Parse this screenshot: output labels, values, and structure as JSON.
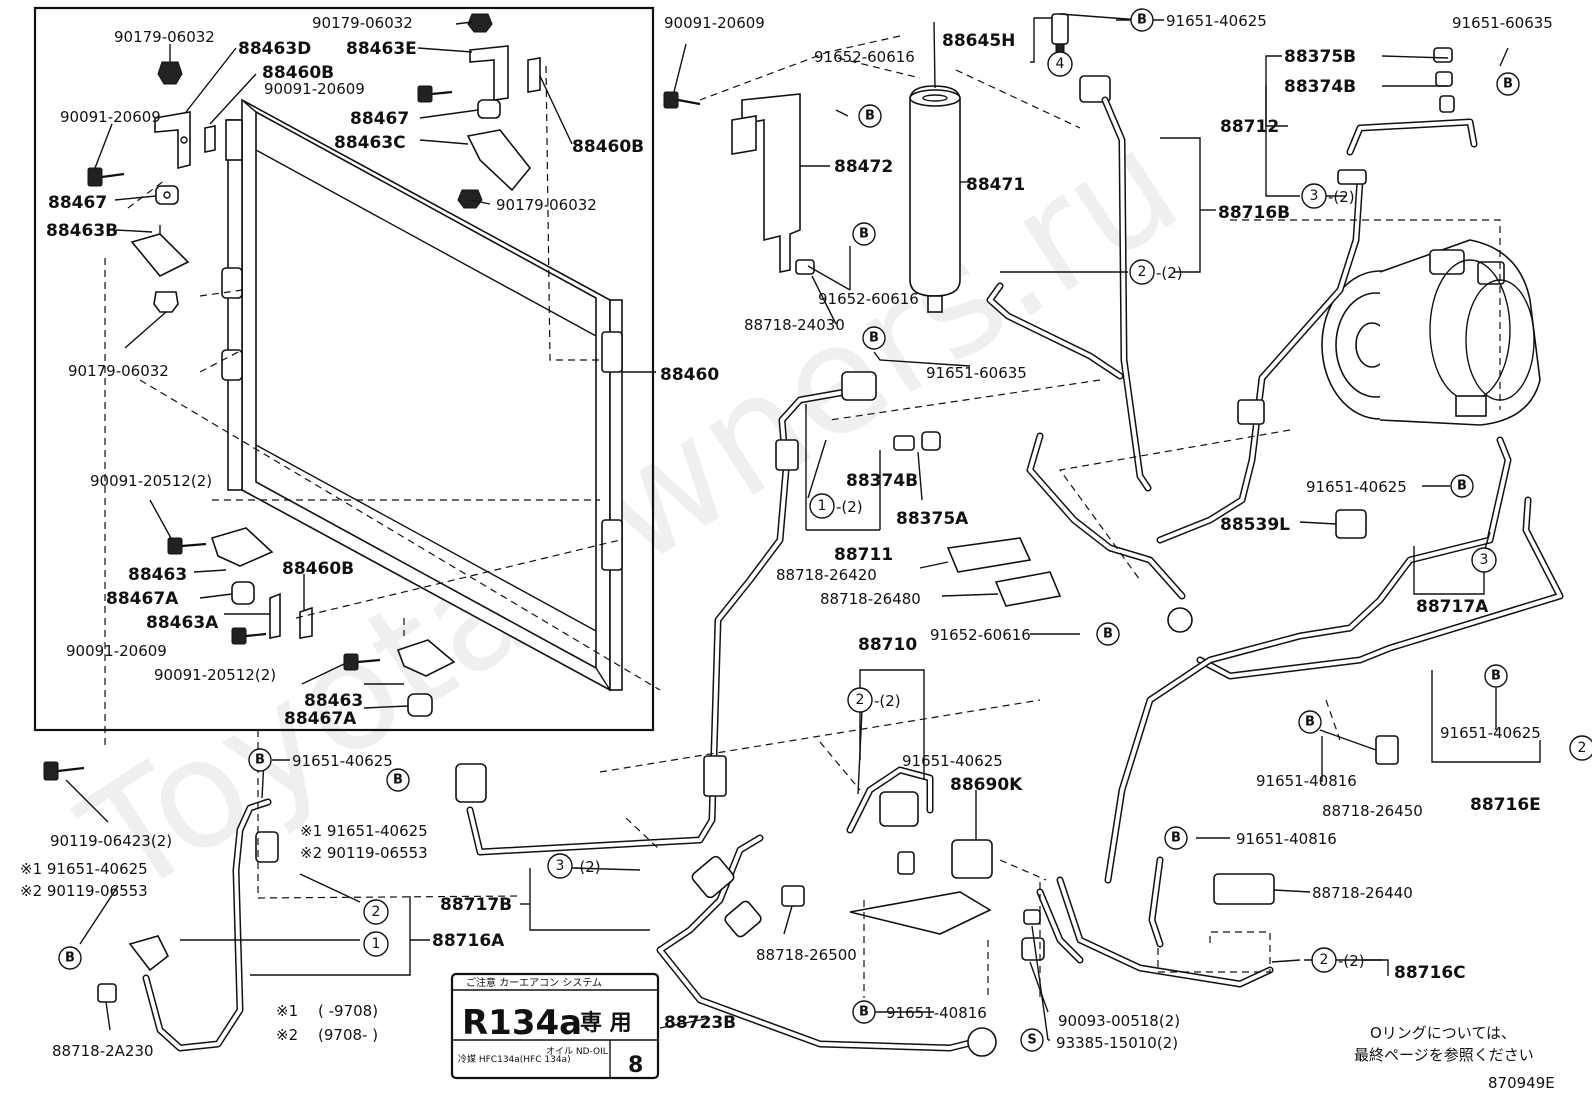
{
  "watermark": "ToyotaOwners.ru",
  "diagram_code": "870949E",
  "note_jp": [
    "Oリングについては、",
    "最終ページを参照ください"
  ],
  "legend_ranges": {
    "r1_mark": "※1",
    "r1_text": "( -9708)",
    "r2_mark": "※2",
    "r2_text": "(9708- )"
  },
  "label_plate": {
    "header_jp": "ご注意 カーエアコン システム",
    "refrigerant": "R134a",
    "exclusive_jp": "専 用",
    "oil_small": "冷媒 HFC134a(HFC 134a)",
    "oil_label": "オイル ND-OIL",
    "oil_num": "8"
  },
  "marker_letters": {
    "b": "B",
    "s": "S"
  },
  "bubble_numbers": {
    "n1": "1",
    "n2": "2",
    "n3": "3",
    "n4": "4"
  },
  "labels": {
    "l01": "90179-06032",
    "l02": "88463D",
    "l03": "88460B",
    "l04": "90091-20609",
    "l05": "88467",
    "l06": "88463B",
    "l07": "90179-06032",
    "l08": "90179-06032",
    "l09": "88463E",
    "l10": "90091-20609",
    "l11": "88467",
    "l12": "88463C",
    "l13": "88460B",
    "l14": "90179-06032",
    "l15": "88460",
    "l16": "90091-20512(2)",
    "l17": "88463",
    "l18": "88467A",
    "l19": "88463A",
    "l20": "90091-20609",
    "l21": "88460B",
    "l22": "90091-20512(2)",
    "l23": "88463",
    "l24": "88467A",
    "l25": "90119-06423(2)",
    "l26": "※1 91651-40625",
    "l27": "※2 90119-06553",
    "l28": "91651-40625",
    "l29": "※1 91651-40625",
    "l30": "※2 90119-06553",
    "l31": "88716A",
    "l32": "88718-2A230",
    "l33": "90091-20609",
    "l34": "91652-60616",
    "l35": "88472",
    "l36": "91652-60616",
    "l37": "88718-24030",
    "l38": "91651-60635",
    "l39": "88471",
    "l40": "88645H",
    "l41": "91651-40625",
    "l42": "88716B",
    "l43": "-(2)",
    "l44": "88374B",
    "l45": "88375A",
    "l46": "88711",
    "l47": "-(2)",
    "l48": "88718-26420",
    "l49": "88718-26480",
    "l50": "91652-60616",
    "l51": "88710",
    "l52": "-(2)",
    "l53": "88690K",
    "l54": "88717B",
    "l55": "-(2)",
    "l56": "88718-26500",
    "l57": "88723B",
    "l58": "91651-40816",
    "l59": "90093-00518(2)",
    "l60": "93385-15010(2)",
    "l61": "91651-40625",
    "l62": "91651-60635",
    "l63": "88375B",
    "l64": "88374B",
    "l65": "88712",
    "l66": "-(2)",
    "l67": "91651-40625",
    "l68": "88539L",
    "l69": "88717A",
    "l70": "91651-40625",
    "l71": "88716E",
    "l72": "91651-40816",
    "l73": "88718-26450",
    "l74": "91651-40816",
    "l75": "88718-26440",
    "l76": "88716C",
    "l77": "-(2)"
  }
}
